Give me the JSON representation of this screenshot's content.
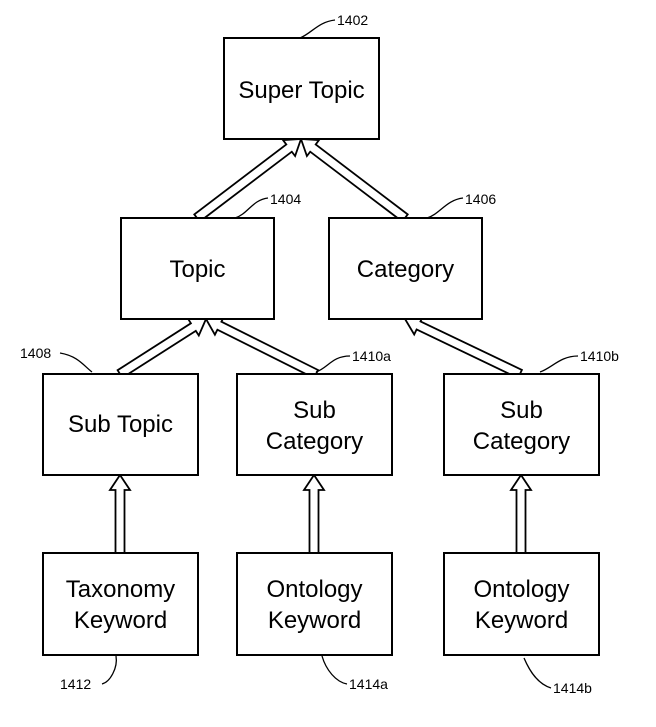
{
  "nodes": {
    "super_topic": {
      "ref": "1402",
      "lines": [
        "Super Topic"
      ]
    },
    "topic": {
      "ref": "1404",
      "lines": [
        "Topic"
      ]
    },
    "category": {
      "ref": "1406",
      "lines": [
        "Category"
      ]
    },
    "sub_topic": {
      "ref": "1408",
      "lines": [
        "Sub Topic"
      ]
    },
    "sub_category_a": {
      "ref": "1410a",
      "lines": [
        "Sub",
        "Category"
      ]
    },
    "sub_category_b": {
      "ref": "1410b",
      "lines": [
        "Sub",
        "Category"
      ]
    },
    "taxonomy_keyword": {
      "ref": "1412",
      "lines": [
        "Taxonomy",
        "Keyword"
      ]
    },
    "ontology_keyword_a": {
      "ref": "1414a",
      "lines": [
        "Ontology",
        "Keyword"
      ]
    },
    "ontology_keyword_b": {
      "ref": "1414b",
      "lines": [
        "Ontology",
        "Keyword"
      ]
    }
  },
  "edges": [
    {
      "from": "topic",
      "to": "super_topic"
    },
    {
      "from": "category",
      "to": "super_topic"
    },
    {
      "from": "sub_topic",
      "to": "topic"
    },
    {
      "from": "sub_category_a",
      "to": "topic"
    },
    {
      "from": "sub_category_b",
      "to": "category"
    },
    {
      "from": "taxonomy_keyword",
      "to": "sub_topic"
    },
    {
      "from": "ontology_keyword_a",
      "to": "sub_category_a"
    },
    {
      "from": "ontology_keyword_b",
      "to": "sub_category_b"
    }
  ]
}
